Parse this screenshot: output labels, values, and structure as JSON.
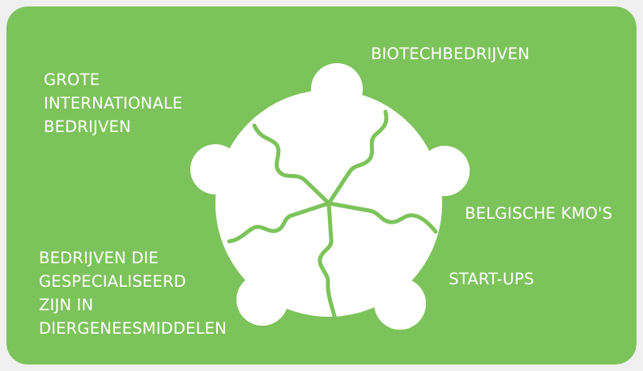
{
  "colors": {
    "background": "#7dc35b",
    "figure": "#ffffff",
    "seam": "#7dc35b",
    "text": "#ffffff"
  },
  "labels": {
    "biotech": "BIOTECHBEDRIJVEN",
    "large_international": [
      "GROTE",
      "INTERNATIONALE",
      "BEDRIJVEN"
    ],
    "belgian_sme": "BELGISCHE KMO'S",
    "startups": "START-UPS",
    "veterinary": [
      "BEDRIJVEN DIE",
      "GESPECIALISEERD",
      "ZIJN IN",
      "DIERGENEESMIDDELEN"
    ]
  },
  "icons": {
    "figure": "people-puzzle-icon"
  }
}
